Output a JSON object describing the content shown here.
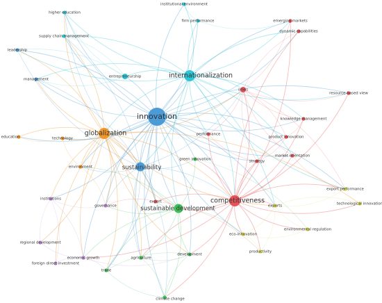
{
  "colors": {
    "blue": "#4a9bd6",
    "cyan": "#2ec6d6",
    "orange": "#f0962a",
    "purple": "#b98bd6",
    "green": "#3fbf5a",
    "red": "#e8535a",
    "yellow": "#d4d64a"
  },
  "network": {
    "nodes": [
      {
        "id": "innovation",
        "label": "innovation",
        "cluster": "blue",
        "weight": 6
      },
      {
        "id": "globalization",
        "label": "globalization",
        "cluster": "orange",
        "weight": 5
      },
      {
        "id": "internationalization",
        "label": "internationalization",
        "cluster": "cyan",
        "weight": 5
      },
      {
        "id": "sustainability",
        "label": "sustainability",
        "cluster": "blue",
        "weight": 4
      },
      {
        "id": "competitiveness",
        "label": "competitiveness",
        "cluster": "red",
        "weight": 5
      },
      {
        "id": "sustainable-development",
        "label": "sustainable development",
        "cluster": "green",
        "weight": 4
      },
      {
        "id": "institutional-environment",
        "label": "institutional environment",
        "cluster": "cyan",
        "weight": 1
      },
      {
        "id": "higher-education",
        "label": "higher education",
        "cluster": "cyan",
        "weight": 1
      },
      {
        "id": "firm-performance",
        "label": "firm performance",
        "cluster": "cyan",
        "weight": 1
      },
      {
        "id": "supply-chain-management",
        "label": "supply chain management",
        "cluster": "cyan",
        "weight": 1
      },
      {
        "id": "leadership",
        "label": "leadership",
        "cluster": "blue",
        "weight": 1
      },
      {
        "id": "management",
        "label": "management",
        "cluster": "blue",
        "weight": 1
      },
      {
        "id": "entrepreneurship",
        "label": "entrepreneurship",
        "cluster": "cyan",
        "weight": 2
      },
      {
        "id": "emerging-markets",
        "label": "emerging markets",
        "cluster": "red",
        "weight": 1
      },
      {
        "id": "dynamic-capabilities",
        "label": "dynamic capabilities",
        "cluster": "red",
        "weight": 1
      },
      {
        "id": "smes",
        "label": "smes",
        "cluster": "red",
        "weight": 2
      },
      {
        "id": "resource-based-view",
        "label": "resource-based view",
        "cluster": "red",
        "weight": 1
      },
      {
        "id": "knowledge-management",
        "label": "knowledge management",
        "cluster": "red",
        "weight": 1
      },
      {
        "id": "performance",
        "label": "performance",
        "cluster": "red",
        "weight": 1
      },
      {
        "id": "product-innovation",
        "label": "product innovation",
        "cluster": "red",
        "weight": 1
      },
      {
        "id": "education",
        "label": "education",
        "cluster": "orange",
        "weight": 1
      },
      {
        "id": "technology",
        "label": "technology",
        "cluster": "orange",
        "weight": 1
      },
      {
        "id": "market-orientation",
        "label": "market orientation",
        "cluster": "red",
        "weight": 1
      },
      {
        "id": "green-innovation",
        "label": "green innovation",
        "cluster": "green",
        "weight": 1
      },
      {
        "id": "strategy",
        "label": "strategy",
        "cluster": "red",
        "weight": 1
      },
      {
        "id": "environment",
        "label": "environment",
        "cluster": "orange",
        "weight": 1
      },
      {
        "id": "export-performance",
        "label": "export performance",
        "cluster": "yellow",
        "weight": 1
      },
      {
        "id": "technological-innovation",
        "label": "technological innovation",
        "cluster": "yellow",
        "weight": 1
      },
      {
        "id": "institutions",
        "label": "institutions",
        "cluster": "purple",
        "weight": 1
      },
      {
        "id": "governance",
        "label": "governance",
        "cluster": "purple",
        "weight": 1
      },
      {
        "id": "export",
        "label": "export",
        "cluster": "red",
        "weight": 1
      },
      {
        "id": "exports",
        "label": "exports",
        "cluster": "yellow",
        "weight": 1
      },
      {
        "id": "environmental-regulation",
        "label": "environmental regulation",
        "cluster": "yellow",
        "weight": 1
      },
      {
        "id": "eco-innovation",
        "label": "eco-innovation",
        "cluster": "yellow",
        "weight": 1
      },
      {
        "id": "regional-development",
        "label": "regional development",
        "cluster": "purple",
        "weight": 1
      },
      {
        "id": "productivity",
        "label": "productivity",
        "cluster": "yellow",
        "weight": 1
      },
      {
        "id": "economic-growth",
        "label": "economic growth",
        "cluster": "purple",
        "weight": 1
      },
      {
        "id": "agriculture",
        "label": "agriculture",
        "cluster": "green",
        "weight": 1
      },
      {
        "id": "development",
        "label": "development",
        "cluster": "green",
        "weight": 1
      },
      {
        "id": "foreign-direct-investment",
        "label": "foreign direct investment",
        "cluster": "purple",
        "weight": 1
      },
      {
        "id": "trade",
        "label": "trade",
        "cluster": "green",
        "weight": 1
      },
      {
        "id": "climate-change",
        "label": "climate change",
        "cluster": "green",
        "weight": 1
      }
    ],
    "edges": [
      [
        "innovation",
        "internationalization"
      ],
      [
        "innovation",
        "globalization"
      ],
      [
        "innovation",
        "sustainability"
      ],
      [
        "innovation",
        "competitiveness"
      ],
      [
        "innovation",
        "sustainable-development"
      ],
      [
        "innovation",
        "higher-education"
      ],
      [
        "innovation",
        "leadership"
      ],
      [
        "innovation",
        "management"
      ],
      [
        "innovation",
        "entrepreneurship"
      ],
      [
        "innovation",
        "supply-chain-management"
      ],
      [
        "innovation",
        "firm-performance"
      ],
      [
        "innovation",
        "institutional-environment"
      ],
      [
        "innovation",
        "smes"
      ],
      [
        "innovation",
        "performance"
      ],
      [
        "innovation",
        "knowledge-management"
      ],
      [
        "innovation",
        "technology"
      ],
      [
        "innovation",
        "environment"
      ],
      [
        "innovation",
        "green-innovation"
      ],
      [
        "innovation",
        "strategy"
      ],
      [
        "innovation",
        "product-innovation"
      ],
      [
        "innovation",
        "market-orientation"
      ],
      [
        "innovation",
        "resource-based-view"
      ],
      [
        "innovation",
        "dynamic-capabilities"
      ],
      [
        "innovation",
        "emerging-markets"
      ],
      [
        "innovation",
        "export"
      ],
      [
        "innovation",
        "exports"
      ],
      [
        "innovation",
        "governance"
      ],
      [
        "innovation",
        "institutions"
      ],
      [
        "innovation",
        "economic-growth"
      ],
      [
        "innovation",
        "development"
      ],
      [
        "innovation",
        "climate-change"
      ],
      [
        "innovation",
        "education"
      ],
      [
        "innovation",
        "agriculture"
      ],
      [
        "innovation",
        "trade"
      ],
      [
        "innovation",
        "eco-innovation"
      ],
      [
        "innovation",
        "export-performance"
      ],
      [
        "internationalization",
        "institutional-environment"
      ],
      [
        "internationalization",
        "firm-performance"
      ],
      [
        "internationalization",
        "entrepreneurship"
      ],
      [
        "internationalization",
        "higher-education"
      ],
      [
        "internationalization",
        "supply-chain-management"
      ],
      [
        "internationalization",
        "leadership"
      ],
      [
        "internationalization",
        "management"
      ],
      [
        "internationalization",
        "sustainability"
      ],
      [
        "internationalization",
        "globalization"
      ],
      [
        "internationalization",
        "smes"
      ],
      [
        "internationalization",
        "emerging-markets"
      ],
      [
        "internationalization",
        "dynamic-capabilities"
      ],
      [
        "internationalization",
        "performance"
      ],
      [
        "internationalization",
        "competitiveness"
      ],
      [
        "internationalization",
        "sustainable-development"
      ],
      [
        "internationalization",
        "knowledge-management"
      ],
      [
        "internationalization",
        "export-performance"
      ],
      [
        "internationalization",
        "exports"
      ],
      [
        "internationalization",
        "resource-based-view"
      ],
      [
        "internationalization",
        "market-orientation"
      ],
      [
        "globalization",
        "education"
      ],
      [
        "globalization",
        "technology"
      ],
      [
        "globalization",
        "environment"
      ],
      [
        "globalization",
        "sustainability"
      ],
      [
        "globalization",
        "institutions"
      ],
      [
        "globalization",
        "governance"
      ],
      [
        "globalization",
        "economic-growth"
      ],
      [
        "globalization",
        "regional-development"
      ],
      [
        "globalization",
        "foreign-direct-investment"
      ],
      [
        "globalization",
        "competitiveness"
      ],
      [
        "globalization",
        "sustainable-development"
      ],
      [
        "globalization",
        "higher-education"
      ],
      [
        "globalization",
        "leadership"
      ],
      [
        "globalization",
        "management"
      ],
      [
        "globalization",
        "supply-chain-management"
      ],
      [
        "globalization",
        "trade"
      ],
      [
        "globalization",
        "development"
      ],
      [
        "globalization",
        "export"
      ],
      [
        "globalization",
        "exports"
      ],
      [
        "globalization",
        "agriculture"
      ],
      [
        "globalization",
        "smes"
      ],
      [
        "globalization",
        "technological-innovation"
      ],
      [
        "sustainability",
        "sustainable-development"
      ],
      [
        "sustainability",
        "competitiveness"
      ],
      [
        "sustainability",
        "green-innovation"
      ],
      [
        "sustainability",
        "environment"
      ],
      [
        "sustainability",
        "governance"
      ],
      [
        "sustainability",
        "climate-change"
      ],
      [
        "sustainability",
        "agriculture"
      ],
      [
        "sustainability",
        "trade"
      ],
      [
        "sustainability",
        "supply-chain-management"
      ],
      [
        "sustainability",
        "leadership"
      ],
      [
        "sustainability",
        "management"
      ],
      [
        "sustainability",
        "higher-education"
      ],
      [
        "sustainability",
        "smes"
      ],
      [
        "sustainability",
        "export"
      ],
      [
        "competitiveness",
        "smes"
      ],
      [
        "competitiveness",
        "performance"
      ],
      [
        "competitiveness",
        "knowledge-management"
      ],
      [
        "competitiveness",
        "product-innovation"
      ],
      [
        "competitiveness",
        "market-orientation"
      ],
      [
        "competitiveness",
        "strategy"
      ],
      [
        "competitiveness",
        "export"
      ],
      [
        "competitiveness",
        "exports"
      ],
      [
        "competitiveness",
        "eco-innovation"
      ],
      [
        "competitiveness",
        "productivity"
      ],
      [
        "competitiveness",
        "environmental-regulation"
      ],
      [
        "competitiveness",
        "export-performance"
      ],
      [
        "competitiveness",
        "resource-based-view"
      ],
      [
        "competitiveness",
        "dynamic-capabilities"
      ],
      [
        "competitiveness",
        "emerging-markets"
      ],
      [
        "competitiveness",
        "sustainable-development"
      ],
      [
        "competitiveness",
        "green-innovation"
      ],
      [
        "competitiveness",
        "development"
      ],
      [
        "competitiveness",
        "agriculture"
      ],
      [
        "competitiveness",
        "climate-change"
      ],
      [
        "competitiveness",
        "technological-innovation"
      ],
      [
        "competitiveness",
        "economic-growth"
      ],
      [
        "sustainable-development",
        "green-innovation"
      ],
      [
        "sustainable-development",
        "agriculture"
      ],
      [
        "sustainable-development",
        "development"
      ],
      [
        "sustainable-development",
        "climate-change"
      ],
      [
        "sustainable-development",
        "trade"
      ],
      [
        "sustainable-development",
        "governance"
      ],
      [
        "sustainable-development",
        "economic-growth"
      ],
      [
        "sustainable-development",
        "eco-innovation"
      ],
      [
        "sustainable-development",
        "environment"
      ],
      [
        "sustainable-development",
        "export"
      ],
      [
        "smes",
        "resource-based-view"
      ],
      [
        "smes",
        "dynamic-capabilities"
      ],
      [
        "smes",
        "emerging-markets"
      ],
      [
        "smes",
        "performance"
      ],
      [
        "smes",
        "knowledge-management"
      ],
      [
        "smes",
        "product-innovation"
      ],
      [
        "smes",
        "market-orientation"
      ],
      [
        "smes",
        "export-performance"
      ],
      [
        "smes",
        "strategy"
      ],
      [
        "knowledge-management",
        "product-innovation"
      ],
      [
        "market-orientation",
        "export-performance"
      ],
      [
        "exports",
        "technological-innovation"
      ],
      [
        "exports",
        "environmental-regulation"
      ],
      [
        "exports",
        "productivity"
      ],
      [
        "exports",
        "export-performance"
      ],
      [
        "exports",
        "eco-innovation"
      ],
      [
        "eco-innovation",
        "environmental-regulation"
      ],
      [
        "eco-innovation",
        "productivity"
      ],
      [
        "institutions",
        "regional-development"
      ],
      [
        "institutions",
        "foreign-direct-investment"
      ],
      [
        "institutions",
        "governance"
      ],
      [
        "institutions",
        "economic-growth"
      ],
      [
        "economic-growth",
        "foreign-direct-investment"
      ],
      [
        "economic-growth",
        "trade"
      ],
      [
        "economic-growth",
        "development"
      ],
      [
        "economic-growth",
        "regional-development"
      ],
      [
        "development",
        "climate-change"
      ],
      [
        "development",
        "agriculture"
      ],
      [
        "development",
        "trade"
      ],
      [
        "agriculture",
        "climate-change"
      ],
      [
        "trade",
        "climate-change"
      ],
      [
        "entrepreneurship",
        "higher-education"
      ],
      [
        "entrepreneurship",
        "leadership"
      ],
      [
        "entrepreneurship",
        "management"
      ],
      [
        "entrepreneurship",
        "supply-chain-management"
      ],
      [
        "firm-performance",
        "institutional-environment"
      ],
      [
        "firm-performance",
        "emerging-markets"
      ],
      [
        "technology",
        "education"
      ],
      [
        "technology",
        "environment"
      ],
      [
        "environment",
        "governance"
      ],
      [
        "export",
        "governance"
      ],
      [
        "export",
        "productivity"
      ],
      [
        "strategy",
        "product-innovation"
      ],
      [
        "green-innovation",
        "environmental-regulation"
      ],
      [
        "performance",
        "strategy"
      ]
    ]
  }
}
